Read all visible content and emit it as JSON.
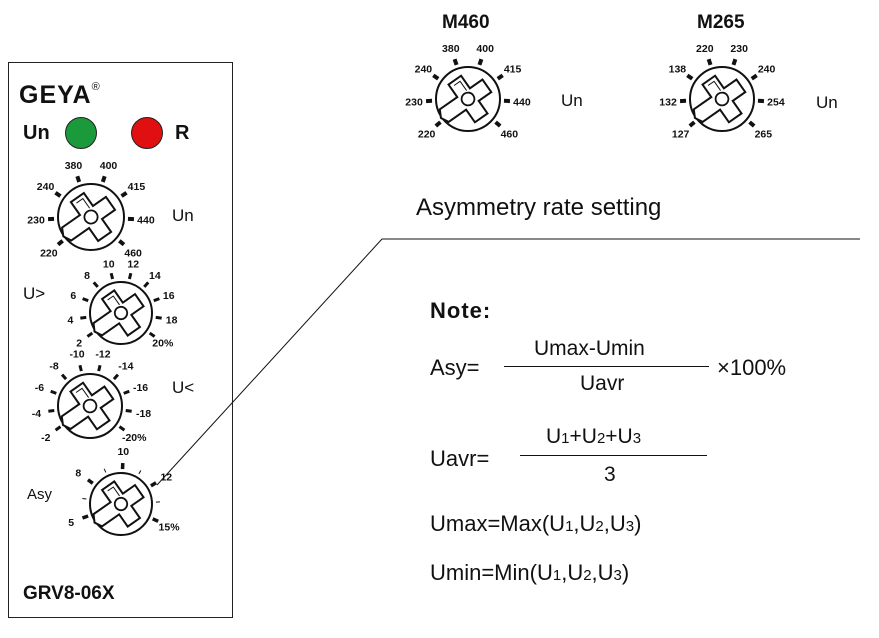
{
  "brand": {
    "name": "GEYA",
    "registered_mark": "®"
  },
  "indicators": [
    {
      "label": "Un",
      "color": "#1a9a3b"
    },
    {
      "label": "R",
      "color": "#e01010"
    }
  ],
  "model": "GRV8-06X",
  "knobs": {
    "un": {
      "label": "Un",
      "scale": [
        "220",
        "230",
        "240",
        "380",
        "400",
        "415",
        "440",
        "460"
      ]
    },
    "over": {
      "label": "U>",
      "scale": [
        "2",
        "4",
        "6",
        "8",
        "10",
        "12",
        "14",
        "16",
        "18",
        "20%"
      ]
    },
    "under": {
      "label": "U<",
      "scale": [
        "-2",
        "-4",
        "-6",
        "-8",
        "-10",
        "-12",
        "-14",
        "-16",
        "-18",
        "-20%"
      ]
    },
    "asy": {
      "label": "Asy",
      "scale": [
        "5",
        "8",
        "10",
        "12",
        "15%"
      ]
    }
  },
  "variants": [
    {
      "title": "M460",
      "label": "Un",
      "scale": [
        "220",
        "230",
        "240",
        "380",
        "400",
        "415",
        "440",
        "460"
      ]
    },
    {
      "title": "M265",
      "label": "Un",
      "scale": [
        "127",
        "132",
        "138",
        "220",
        "230",
        "240",
        "254",
        "265"
      ]
    }
  ],
  "callout": "Asymmetry rate  setting",
  "note": {
    "title": "Note:",
    "asy_lhs": "Asy=",
    "asy_num": "Umax-Umin",
    "asy_den": "Uavr",
    "asy_factor": "×100%",
    "uavr_lhs": "Uavr=",
    "uavr_num": {
      "u1": "U",
      "s1": "1",
      "u2": "+U",
      "s2": "2",
      "u3": "+U",
      "s3": "3"
    },
    "uavr_den": "3",
    "umax": {
      "a": "Umax=Max(U",
      "s1": "1",
      "b": ",U",
      "s2": "2",
      "c": ",U",
      "s3": "3",
      "d": ")"
    },
    "umin": {
      "a": "Umin=Min(U",
      "s1": "1",
      "b": ",U",
      "s2": "2",
      "c": ",U",
      "s3": "3",
      "d": ")"
    }
  },
  "colors": {
    "led_green": "#1a9a3b",
    "led_red": "#e01010",
    "ink": "#111111"
  }
}
